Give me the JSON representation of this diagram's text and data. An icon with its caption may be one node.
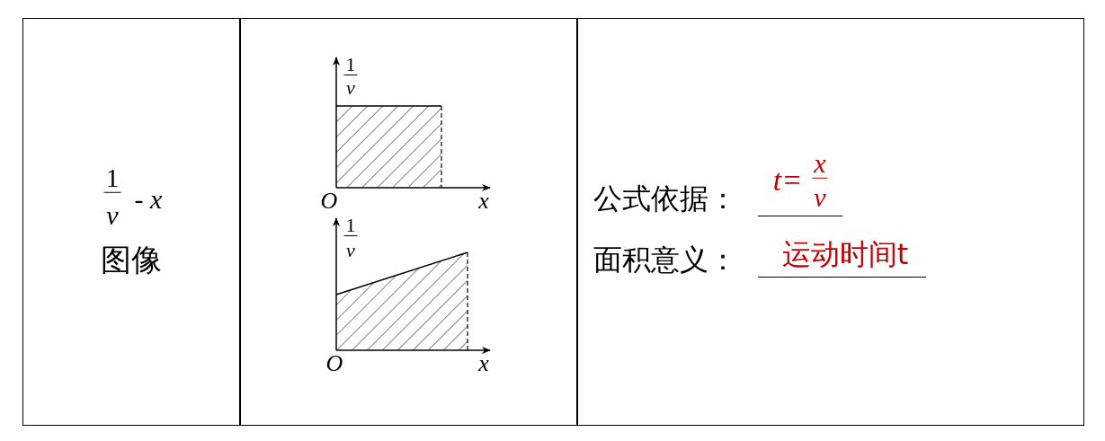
{
  "diagram": {
    "labels": [
      "1",
      "v",
      "- x",
      "图像",
      "1",
      "v",
      "O",
      "x",
      "1",
      "v",
      "O",
      "x",
      "公式依据：",
      "t=",
      "x",
      "v",
      "面积意义：",
      "运动时间t"
    ]
  }
}
